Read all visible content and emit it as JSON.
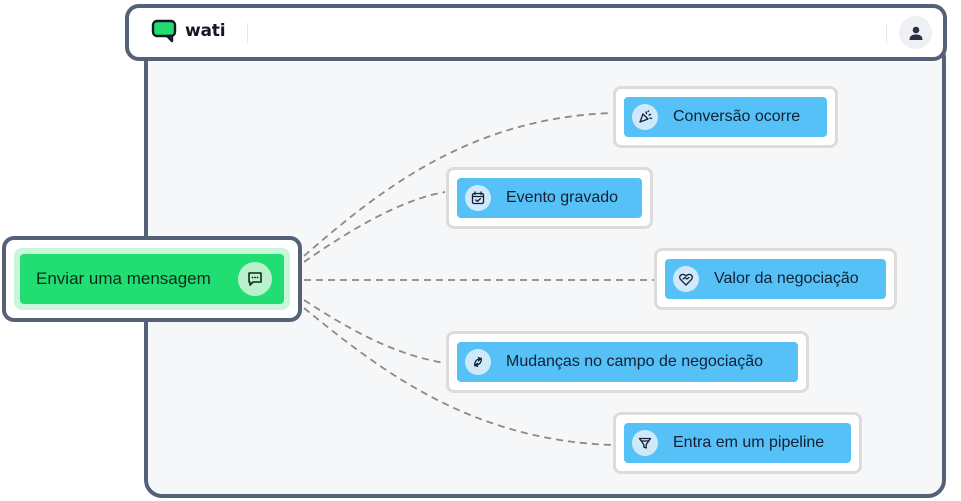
{
  "app": {
    "logo_text": "wati",
    "brand_color": "#22dd72"
  },
  "source": {
    "label": "Enviar uma mensagem",
    "icon": "chat-bubble-icon"
  },
  "targets": [
    {
      "label": "Conversão ocorre",
      "icon": "party-popper-icon"
    },
    {
      "label": "Evento gravado",
      "icon": "calendar-check-icon"
    },
    {
      "label": "Valor da negociação",
      "icon": "heart-handshake-icon"
    },
    {
      "label": "Mudanças no campo de negociação",
      "icon": "arrows-exchange-icon"
    },
    {
      "label": "Entra em um pipeline",
      "icon": "funnel-icon"
    }
  ],
  "colors": {
    "frame": "#556079",
    "target_fill": "#56c1f7",
    "source_fill": "#22dd72",
    "connector": "#8a8a8a"
  }
}
